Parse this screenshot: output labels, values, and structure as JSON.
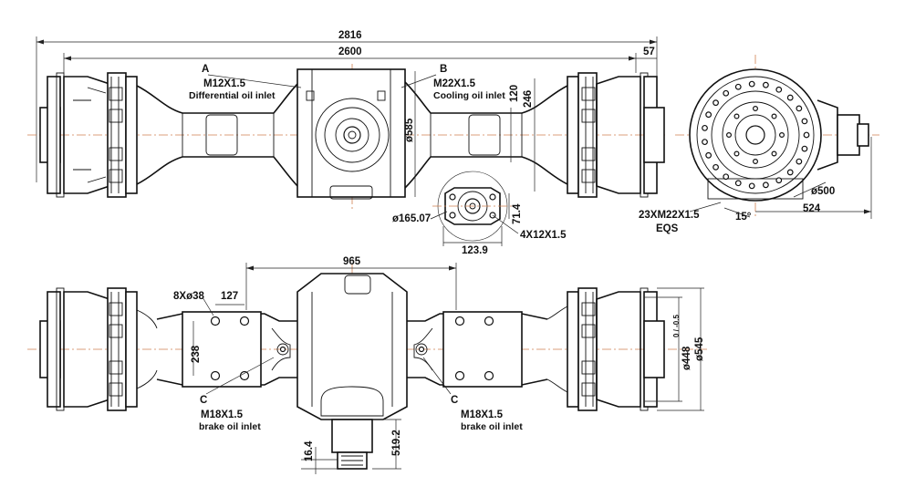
{
  "top_view": {
    "overall_width": "2816",
    "track_width": "2600",
    "flange_offset": "57",
    "port_a": {
      "letter": "A",
      "thread": "M12X1.5",
      "name": "Differential oil inlet"
    },
    "port_b": {
      "letter": "B",
      "thread": "M22X1.5",
      "name": "Cooling oil inlet"
    },
    "housing_height": "120",
    "flange_height": "246",
    "housing_diameter": "ø585"
  },
  "input_flange": {
    "pcd": "ø165.07",
    "spigot": "71.4",
    "width": "123.9",
    "holes": "4X12X1.5"
  },
  "side_view": {
    "rim_diameter": "ø500",
    "rim_offset": "524",
    "angle": "15°",
    "studs": "23XM22X1.5",
    "studs_note": "EQS"
  },
  "bottom_view": {
    "center_span": "965",
    "bolt_pattern": "8Xø38",
    "bolt_spacing_h": "127",
    "bolt_spacing_v": "238",
    "brake_left": {
      "letter": "C",
      "thread": "M18X1.5",
      "name": "brake oil inlet"
    },
    "brake_right": {
      "letter": "C",
      "thread": "M18X1.5",
      "name": "brake oil inlet"
    },
    "pilot_diameter": "ø448",
    "pilot_tolerance": "0 / -0.5",
    "flange_diameter": "ø545",
    "input_drop": "519.2",
    "input_offset": "16.4"
  }
}
